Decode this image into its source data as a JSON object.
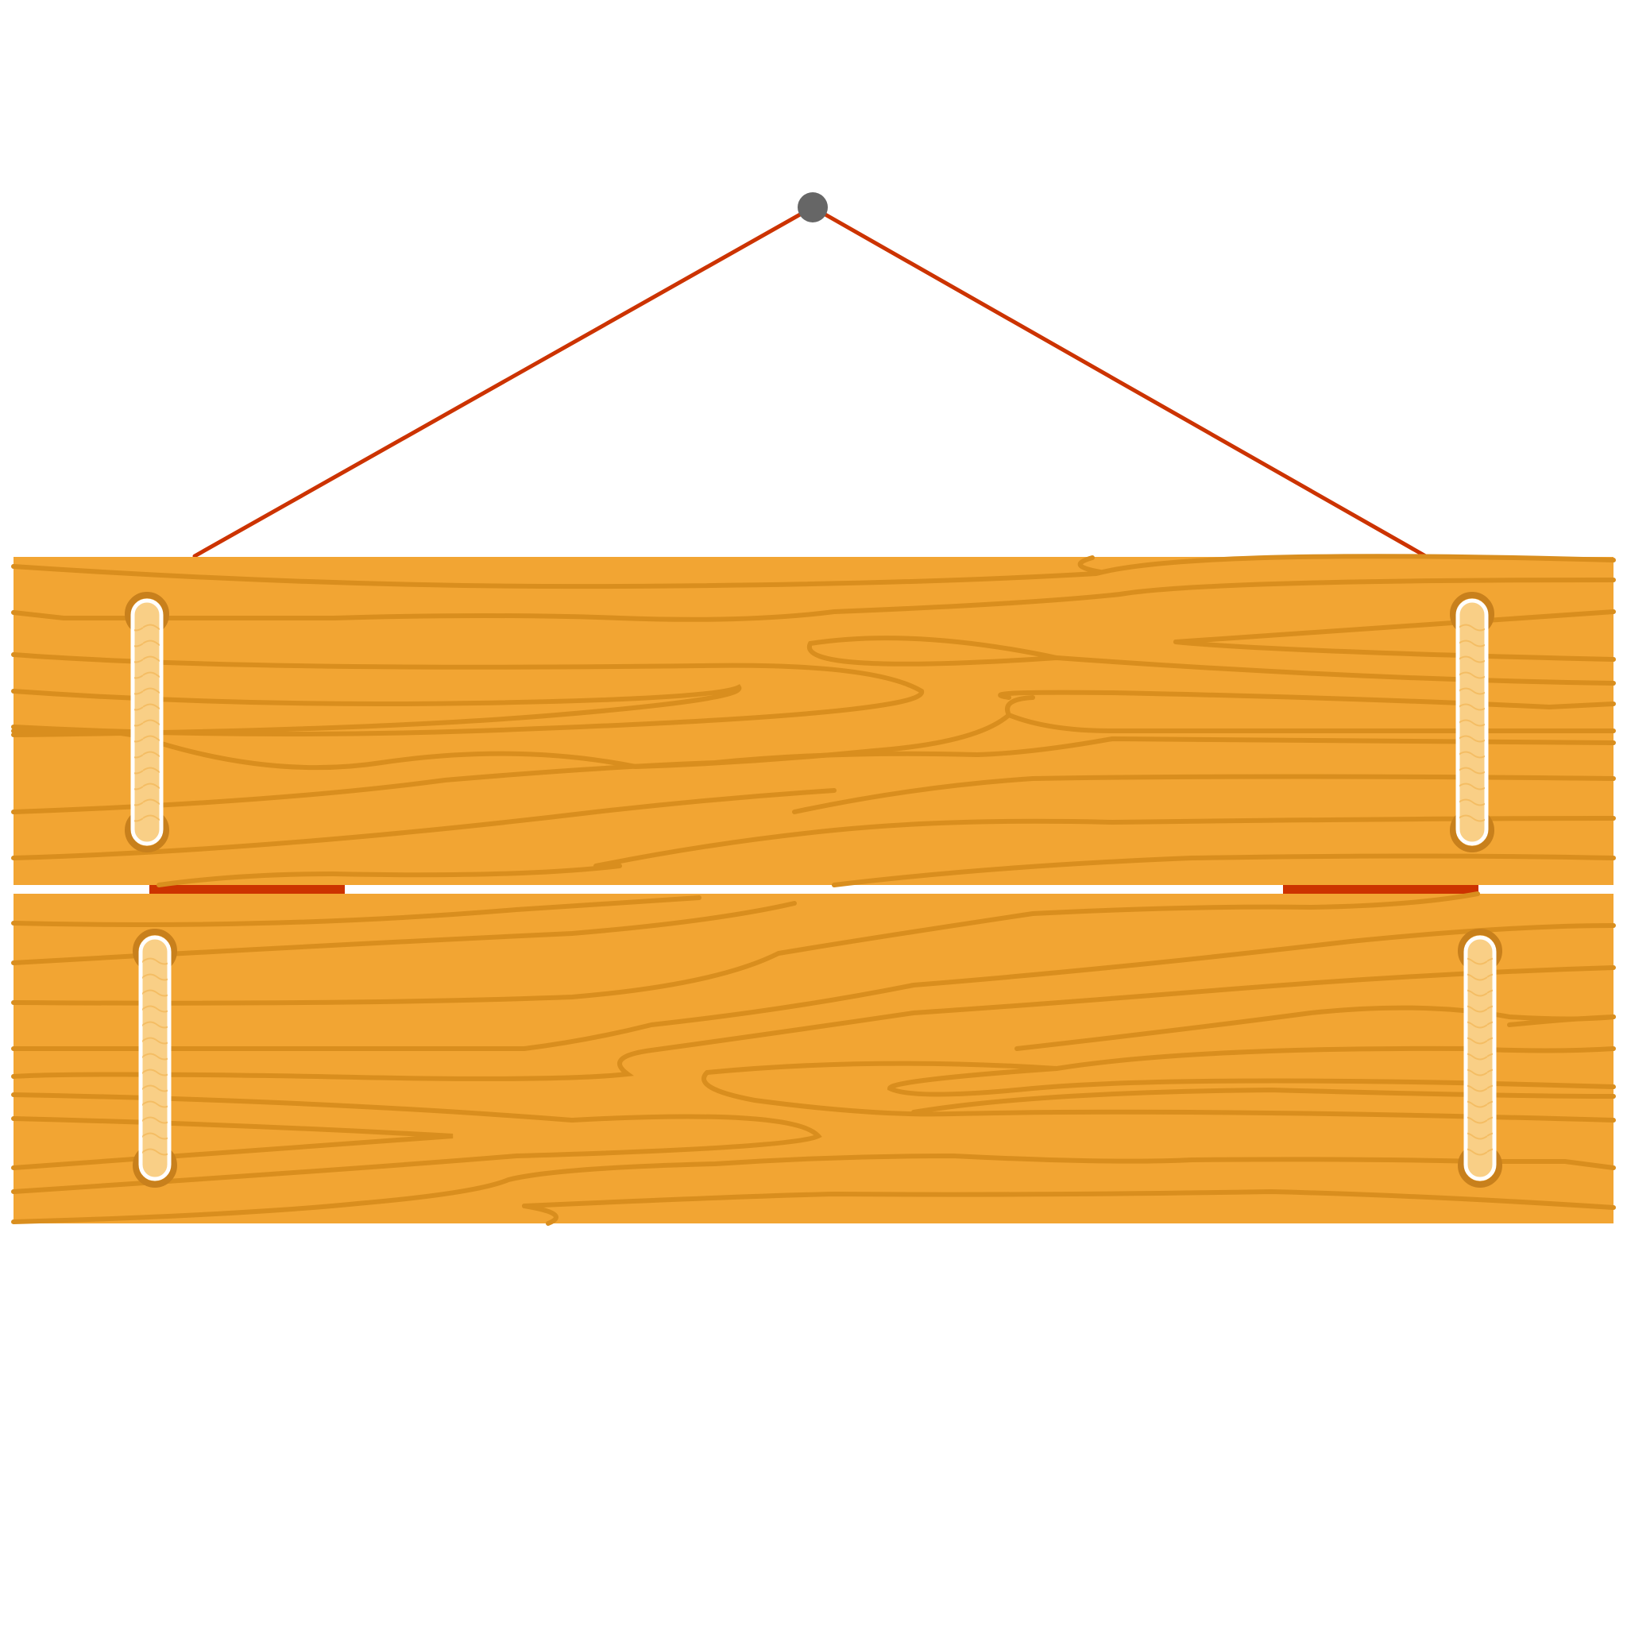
{
  "scene": {
    "subject": "hanging-wooden-sign",
    "planks": 2,
    "colors": {
      "background": "#ffffff",
      "wood": "#f2a533",
      "grain": "#d98e1e",
      "rope": "#cc3300",
      "nail": "#666666",
      "strap": "#f9cf86",
      "strap_ring": "#c8801c",
      "strap_wave": "#f3b95c"
    },
    "icons": [
      "nail-icon",
      "hanging-rope",
      "wood-plank",
      "rope-strap"
    ]
  }
}
